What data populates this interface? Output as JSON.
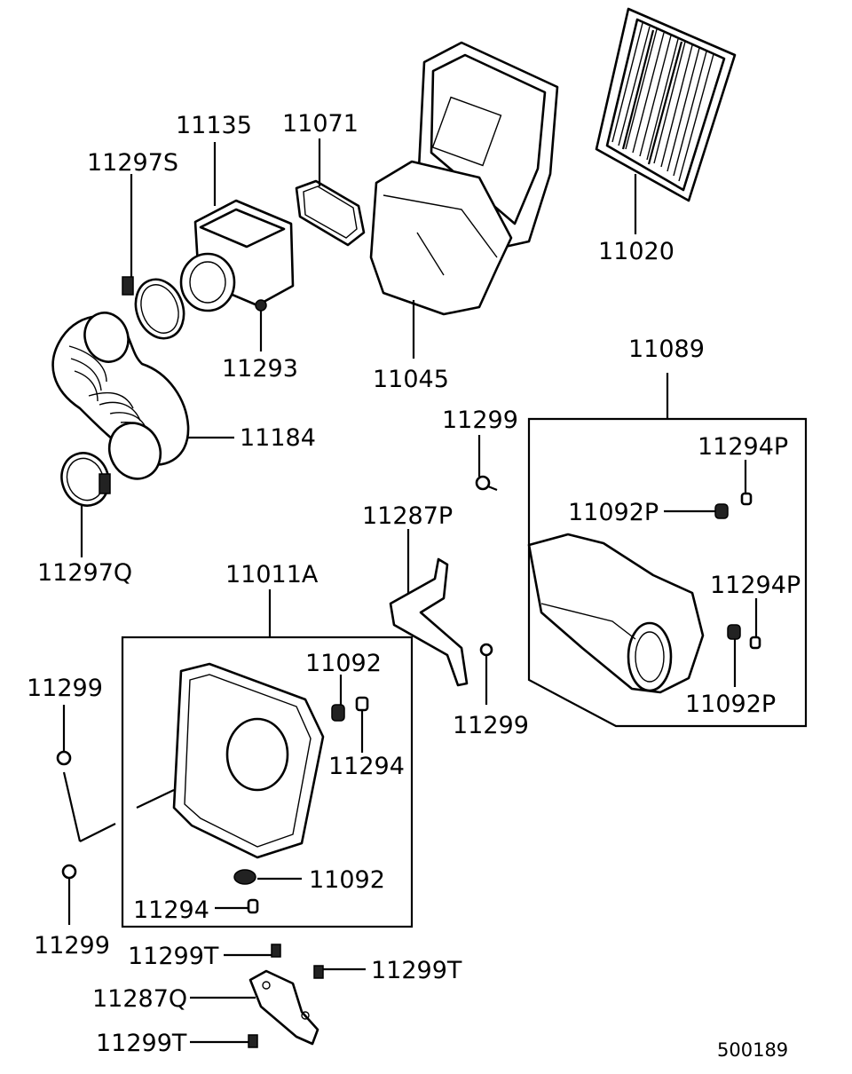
{
  "diagram": {
    "ref_number": "500189",
    "labels": {
      "p11135": "11135",
      "p11071": "11071",
      "p11297S": "11297S",
      "p11293": "11293",
      "p11045": "11045",
      "p11020": "11020",
      "p11184": "11184",
      "p11297Q": "11297Q",
      "p11089": "11089",
      "p11299_a": "11299",
      "p11294P_a": "11294P",
      "p11092P_a": "11092P",
      "p11287P": "11287P",
      "p11294P_b": "11294P",
      "p11092P_b": "11092P",
      "p11299_b": "11299",
      "p11011A": "11011A",
      "p11092_a": "11092",
      "p11294_a": "11294",
      "p11299_c": "11299",
      "p11092_b": "11092",
      "p11294_b": "11294",
      "p11299_d": "11299",
      "p11299T_a": "11299T",
      "p11299T_b": "11299T",
      "p11287Q": "11287Q",
      "p11299T_c": "11299T"
    }
  }
}
